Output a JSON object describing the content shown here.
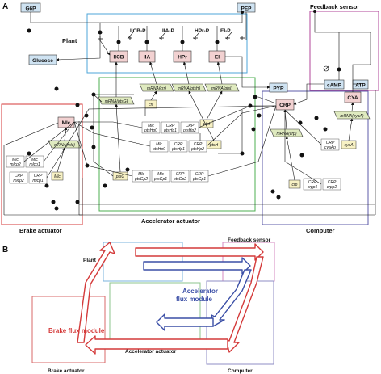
{
  "panel_a": {
    "letter": "A",
    "labels": {
      "feedback_sensor": "Feedback sensor",
      "plant": "Plant",
      "brake_actuator": "Brake actuator",
      "accelerator_actuator": "Accelerator actuator",
      "computer": "Computer"
    },
    "metabolites": [
      "G6P",
      "PEP",
      "Glucose",
      "PYR",
      "cAMP",
      "ATP"
    ],
    "pts_proteins": [
      "IICB",
      "IIA",
      "HPr",
      "EI"
    ],
    "phosphorylated": [
      "IICB-P",
      "IIA-P",
      "HPr-P",
      "EI-P"
    ],
    "mrnas": {
      "ptsG": "mRNA(ptsG)",
      "crr": "mRNA(crr)",
      "ptsH": "mRNA(ptsH)",
      "ptsI": "mRNA(ptsI)",
      "mlc": "mRNA(mlc)",
      "crp": "mRNA(crp)",
      "cyaA": "mRNA(cyaA)"
    },
    "genes": {
      "crr": "crr",
      "ptsI": "ptsI",
      "ptsH": "ptsH",
      "mlc": "Mlc",
      "ptsG": "ptsG",
      "crp": "crp",
      "cyaA": "cyaA"
    },
    "other_proteins": {
      "mlc": "Mlc",
      "crp": "CRP",
      "cya": "CYA"
    },
    "small_boxes": {
      "mlc_ptsHp0": [
        "Mlc",
        "ptsHp0"
      ],
      "crp_ptsHp1": [
        "CRP",
        "ptsHp1"
      ],
      "crp_ptsHp2": [
        "CRP",
        "ptsHp2"
      ],
      "mlc_ptsHp0b": [
        "Mlc",
        "ptsHp0"
      ],
      "crp_ptsHp1b": [
        "CRP",
        "ptsHp1"
      ],
      "crp_ptsHp2b": [
        "CRP",
        "ptsHp2"
      ],
      "mlc_mlcp2": [
        "Mlc",
        "mlcp2"
      ],
      "mlc_mlcp1": [
        "Mlc",
        "mlcp1"
      ],
      "crp_mlcp2": [
        "CRP",
        "mlcp2"
      ],
      "crp_mlcp1": [
        "CRP",
        "mlcp1"
      ],
      "mlc_ptsGp2": [
        "Mlc",
        "ptsGp2"
      ],
      "mlc_ptsGp1": [
        "Mlc",
        "ptsGp1"
      ],
      "crp_ptsGp2": [
        "CRP",
        "ptsGp2"
      ],
      "crp_ptsGp1": [
        "CRP",
        "ptsGp1"
      ],
      "crp_cyaAp": [
        "CRP",
        "cyaAp"
      ],
      "crp_crpp1": [
        "CRP",
        "crpp1"
      ],
      "crp_crpp2": [
        "CRP",
        "crpp2"
      ]
    }
  },
  "panel_b": {
    "letter": "B",
    "labels": {
      "feedback_sensor": "Feedback sensor",
      "plant": "Plant",
      "accelerator_flux": "Accelerator flux module",
      "brake_flux": "Brake flux module",
      "accelerator_actuator": "Accelerator actuator",
      "brake_actuator": "Brake actuator",
      "computer": "Computer"
    }
  },
  "colors": {
    "plant": "#4da6d9",
    "feedback": "#b0449a",
    "brake": "#d43a3a",
    "accelerator": "#4caf50",
    "computer": "#2f4f9f",
    "protein_fill": "#f2d1d1",
    "metabolite_fill": "#cfe3f2",
    "mrna_fill": "#dfeabf",
    "gene_fill": "#f7f1c4",
    "accel_arrow": "#3a4ea6",
    "brake_arrow": "#d43a3a"
  }
}
